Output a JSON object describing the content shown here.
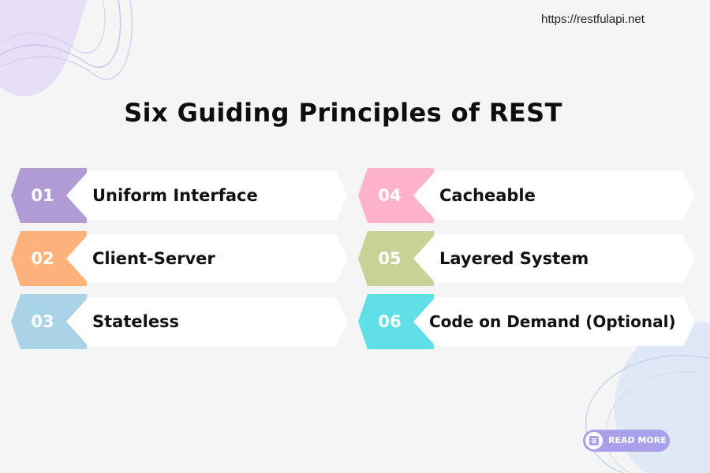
{
  "site_url": "https://restfulapi.net",
  "title": "Six Guiding Principles of REST",
  "principles": [
    {
      "number": "01",
      "label": "Uniform Interface",
      "color": "#b19cd6"
    },
    {
      "number": "02",
      "label": "Client-Server",
      "color": "#ffb27a"
    },
    {
      "number": "03",
      "label": "Stateless",
      "color": "#a9d3e6"
    },
    {
      "number": "04",
      "label": "Cacheable",
      "color": "#ffb3c8"
    },
    {
      "number": "05",
      "label": "Layered System",
      "color": "#c6d394"
    },
    {
      "number": "06",
      "label": "Code on Demand (Optional)",
      "color": "#5ee0e6"
    }
  ],
  "read_more": {
    "label": "READ MORE",
    "icon": "document-list-icon",
    "color": "#a9a0ec"
  },
  "colors": {
    "background": "#f5f5f5",
    "card": "#ffffff",
    "text": "#111111",
    "decor_lavender": "#e4ddf5",
    "decor_blue": "#dde7f6"
  }
}
